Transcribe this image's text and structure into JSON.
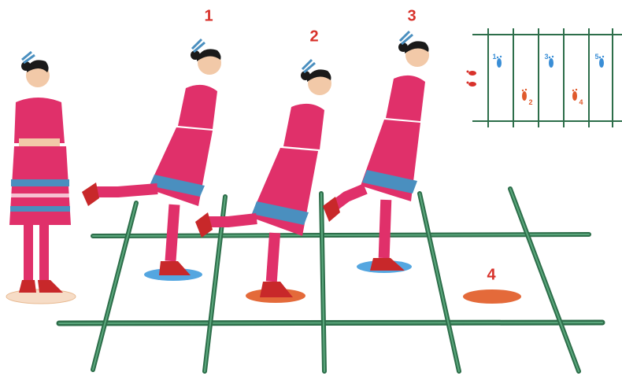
{
  "steps": {
    "label_1": "1",
    "label_2": "2",
    "label_3": "3",
    "label_4": "4"
  },
  "diagram": {
    "num_1": "1",
    "num_2": "2",
    "num_3": "3",
    "num_4": "4",
    "num_5": "5"
  },
  "colors": {
    "pole": "#3d8b63",
    "pole_dark": "#2d6e4a",
    "dancer_pink": "#e0306a",
    "dancer_pink_dark": "#b81f52",
    "skirt_pattern": "#4a8fbf",
    "foot_blue": "#3a8ed6",
    "foot_orange": "#e05a2c",
    "label_red": "#d8322b",
    "spot_cream": "#f6dcc6",
    "spot_blue": "#54a6e0",
    "spot_orange": "#e46a3a"
  },
  "icons": {
    "footprint_left": "footprint-left-icon",
    "footprint_right": "footprint-right-icon"
  }
}
